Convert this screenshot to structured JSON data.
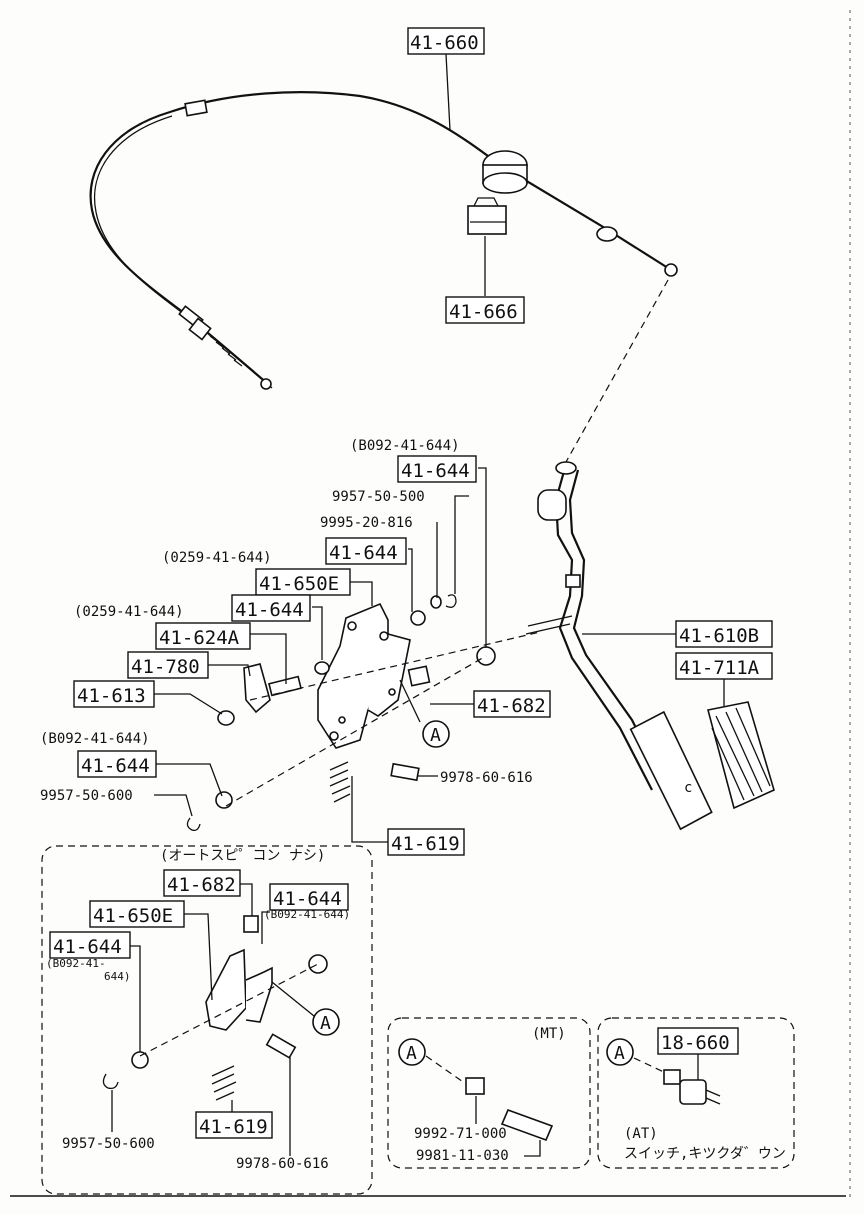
{
  "parts": {
    "cable": "41-660",
    "cable_clip": "41-666",
    "pedal_bush_b_note": "(B092-41-644)",
    "bush_right": "41-644",
    "clip_500": "9957-50-500",
    "washer_816": "9995-20-816",
    "bush_0259_note_1": "(0259-41-644)",
    "bush_mid": "41-644",
    "bracket_e": "41-650E",
    "bush_0259_note_2": "(0259-41-644)",
    "bush_left": "41-644",
    "lever_a": "41-624A",
    "stopper": "41-780",
    "nut_613": "41-613",
    "pedal_arm": "41-610B",
    "pedal_pad": "41-711A",
    "pad_682": "41-682",
    "bush_b_note_lower": "(B092-41-644)",
    "bush_lower": "41-644",
    "clip_600": "9957-50-600",
    "bolt_616": "9978-60-616",
    "spring": "41-619",
    "marker": "A"
  },
  "inset_no_cruise": {
    "heading": "(オートスピ゜コン ナシ)",
    "pad": "41-682",
    "bush_top": "41-644",
    "bush_top_note": "(B092-41-644)",
    "bracket": "41-650E",
    "bush_left": "41-644",
    "bush_left_note_1": "(B092-41-",
    "bush_left_note_2": "644)",
    "marker": "A",
    "clip": "9957-50-600",
    "spring": "41-619",
    "bolt": "9978-60-616"
  },
  "inset_mt": {
    "marker": "A",
    "heading": "(MT)",
    "nut": "9992-71-000",
    "bolt": "9981-11-030"
  },
  "inset_at": {
    "marker": "A",
    "switch": "18-660",
    "heading": "(AT)",
    "caption": "スイッチ,キツクダ゛ウン"
  }
}
